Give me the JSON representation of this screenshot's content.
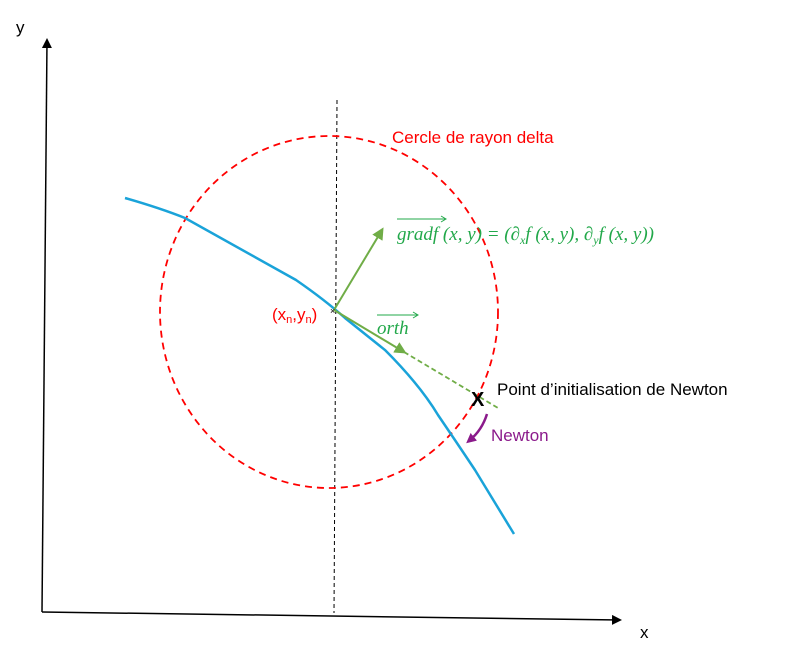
{
  "axes": {
    "x_label": "x",
    "y_label": "y"
  },
  "circle": {
    "label": "Cercle de rayon delta",
    "color": "#ff0000"
  },
  "current_point": {
    "label_x": "x",
    "label_x_sub": "n",
    "label_sep": ",",
    "label_y": "y",
    "label_y_sub": "n",
    "open": "(",
    "close": ")",
    "color": "#ff0000"
  },
  "gradient": {
    "vector_name": "grad",
    "expression": "f (x, y) = (∂",
    "sub1": "x",
    "mid": "f (x, y), ∂",
    "sub2": "y",
    "end": "f (x, y))",
    "color": "#22a84a"
  },
  "orth": {
    "label": "orth",
    "color": "#22a84a"
  },
  "newton_init": {
    "marker": "X",
    "label": "Point d’initialisation de Newton"
  },
  "newton": {
    "label": "Newton",
    "color": "#8b1a8b"
  },
  "curve": {
    "color": "#1aa3d9"
  },
  "arrow_color": "#70ad47"
}
